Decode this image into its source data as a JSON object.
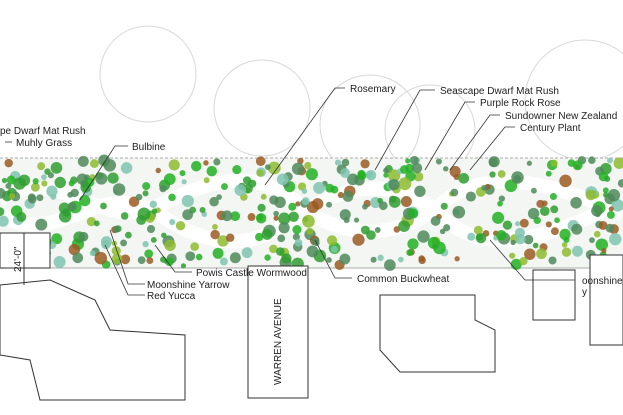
{
  "labels": {
    "seascape_left": "pe Dwarf Mat Rush",
    "muhly": "Muhly Grass",
    "bulbine": "Bulbine",
    "rosemary": "Rosemary",
    "seascape": "Seascape Dwarf Mat Rush",
    "purple_rock_rose": "Purple Rock Rose",
    "sundowner": "Sundowner New Zealand",
    "century": "Century Plant",
    "powis": "Powis Castle Wormwood",
    "moonshine": "Moonshine Yarrow",
    "red_yucca": "Red Yucca",
    "buckwheat": "Common Buckwheat",
    "moonshine_right": "oonshine",
    "moonshine_right2": "y",
    "dimension": "24'-0\"",
    "street": "WARREN AVENUE"
  },
  "colors": {
    "green": "#2e9e2e",
    "bright_green": "#22b022",
    "dark_green": "#4f8a5a",
    "lime": "#8dbb2e",
    "teal": "#7fc4b0",
    "brown": "#9a5a22"
  }
}
